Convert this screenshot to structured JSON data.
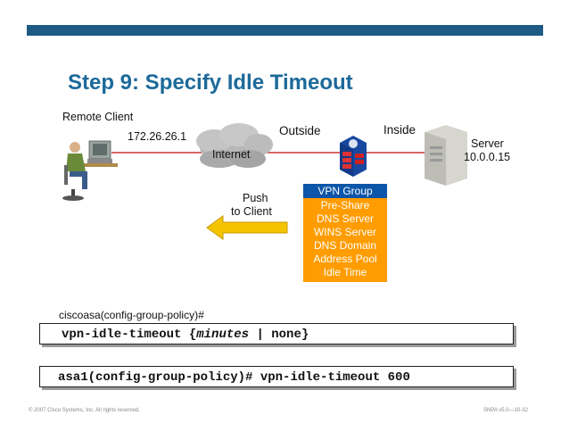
{
  "title": "Step 9: Specify Idle Timeout",
  "labels": {
    "remote_client": "Remote Client",
    "client_ip": "172.26.26.1",
    "internet": "Internet",
    "outside": "Outside",
    "inside": "Inside",
    "server": "Server",
    "server_ip": "10.0.0.15",
    "push_line1": "Push",
    "push_line2": "to Client"
  },
  "vpn_group": {
    "header": "VPN Group",
    "items": [
      "Pre-Share",
      "DNS Server",
      "WINS Server",
      "DNS Domain",
      "Address Pool",
      "Idle Time"
    ]
  },
  "command": {
    "mode_label": "ciscoasa(config-group-policy)#",
    "syntax_cmd": "vpn-idle-timeout {",
    "syntax_arg": "minutes",
    "syntax_rest": " | none}",
    "example": "asa1(config-group-policy)# vpn-idle-timeout 600"
  },
  "footer": {
    "copyright": "© 2007 Cisco Systems, Inc. All rights reserved.",
    "course": "SNPA v5.0—10-32"
  },
  "colors": {
    "title": "#1d6a9a",
    "topbar": "#1d5a84",
    "vpn_header": "#0d55a8",
    "vpn_body": "#ff9c00",
    "arrow": "#f5c400",
    "link_line": "#cc3333"
  }
}
